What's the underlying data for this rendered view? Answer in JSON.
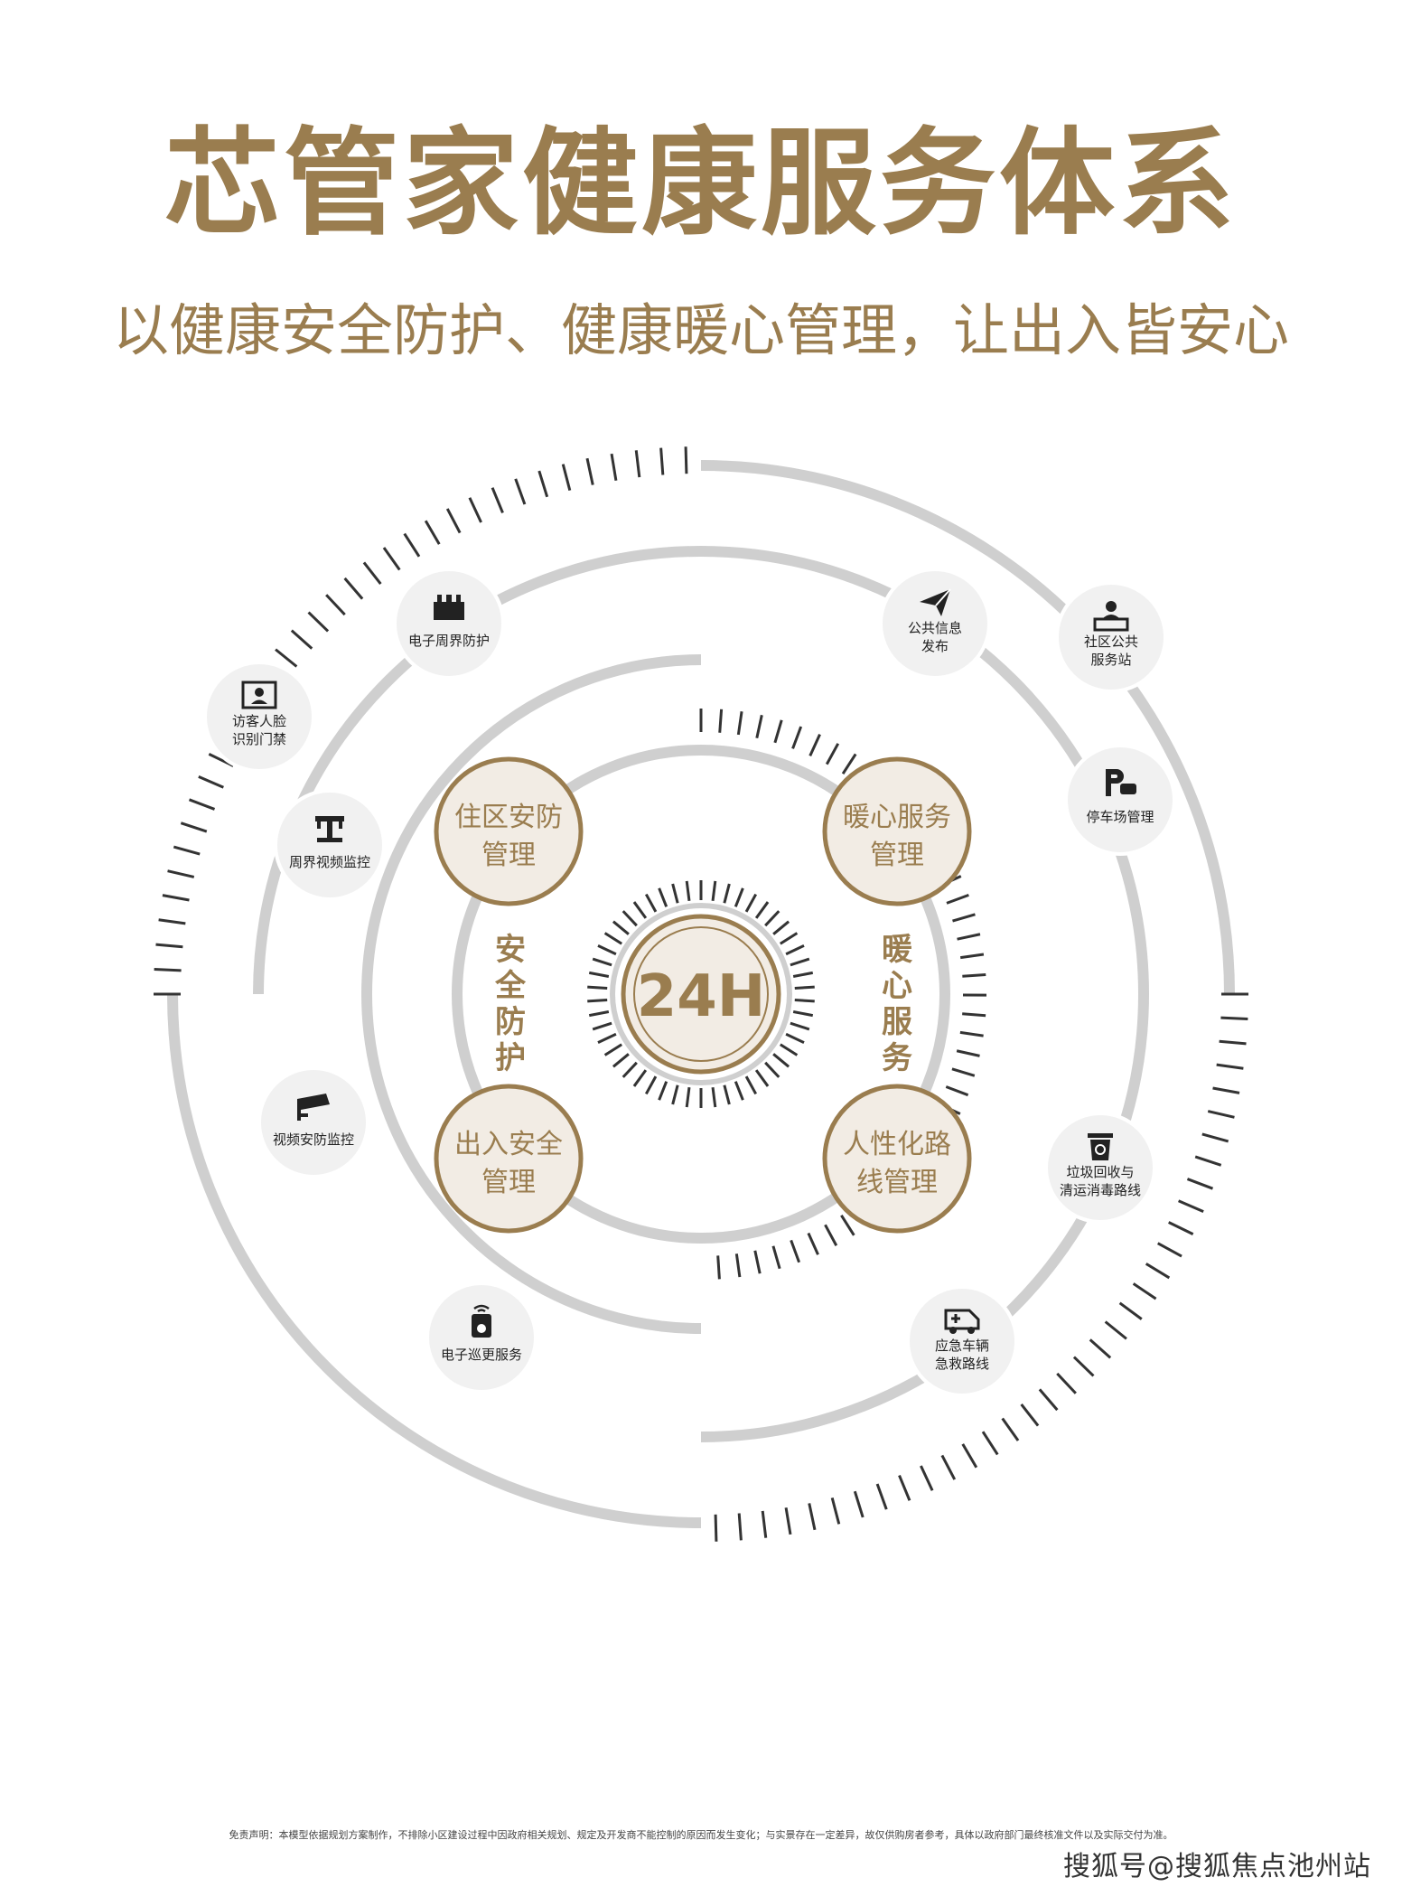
{
  "title": "芯管家健康服务体系",
  "subtitle": "以健康安全防护、健康暖心管理，让出入皆安心",
  "center": {
    "label": "24H"
  },
  "pillars": {
    "left": "安全防护",
    "right": "暖心服务"
  },
  "core_items": [
    {
      "id": "residential-security",
      "line1": "住区安防",
      "line2": "管理"
    },
    {
      "id": "warm-service",
      "line1": "暖心服务",
      "line2": "管理"
    },
    {
      "id": "entry-safety",
      "line1": "出入安全",
      "line2": "管理"
    },
    {
      "id": "humanized-route",
      "line1": "人性化路",
      "line2": "线管理"
    }
  ],
  "service_nodes": [
    {
      "id": "electronic-perimeter",
      "icon": "wall-icon",
      "lines": [
        "电子周界防护"
      ]
    },
    {
      "id": "visitor-face",
      "icon": "monitor-face-icon",
      "lines": [
        "访客人脸",
        "识别门禁"
      ]
    },
    {
      "id": "perimeter-video",
      "icon": "tower-icon",
      "lines": [
        "周界视频监控"
      ]
    },
    {
      "id": "video-security",
      "icon": "camera-icon",
      "lines": [
        "视频安防监控"
      ]
    },
    {
      "id": "electronic-patrol",
      "icon": "patrol-device-icon",
      "lines": [
        "电子巡更服务"
      ]
    },
    {
      "id": "public-info",
      "icon": "paper-plane-icon",
      "lines": [
        "公共信息",
        "发布"
      ]
    },
    {
      "id": "community-service",
      "icon": "service-desk-icon",
      "lines": [
        "社区公共",
        "服务站"
      ]
    },
    {
      "id": "parking",
      "icon": "parking-icon",
      "lines": [
        "停车场管理"
      ]
    },
    {
      "id": "garbage",
      "icon": "trash-bin-icon",
      "lines": [
        "垃圾回收与",
        "清运消毒路线"
      ]
    },
    {
      "id": "emergency",
      "icon": "ambulance-icon",
      "lines": [
        "应急车辆",
        "急救路线"
      ]
    }
  ],
  "disclaimer": "免责声明：本模型依据规划方案制作，不排除小区建设过程中因政府相关规划、规定及开发商不能控制的原因而发生变化；与实景存在一定差异，故仅供购房者参考，具体以政府部门最终核准文件以及实际交付为准。",
  "watermark": "搜狐号@搜狐焦点池州站",
  "colors": {
    "accent": "#9a7d4f",
    "ring": "#cfcfcf",
    "node_fill": "#f1f1f1",
    "core_fill": "#f2ece4"
  }
}
